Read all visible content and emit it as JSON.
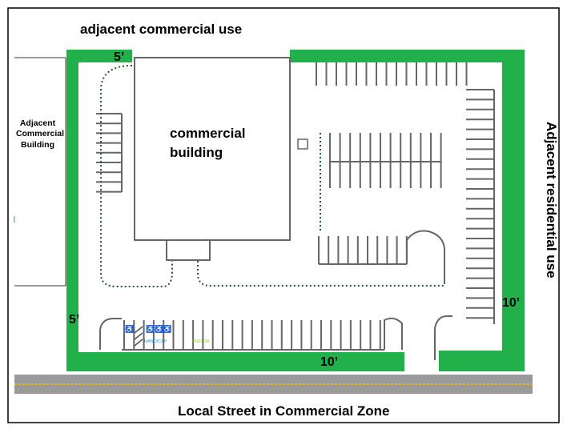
{
  "labels": {
    "top": "adjacent commercial use",
    "left_building": [
      "Adjacent",
      "Commercial",
      "Building"
    ],
    "building": [
      "commercial",
      "building"
    ],
    "right": "Adjacent residential use",
    "bottom": "Local Street in Commercial Zone",
    "setback_top": "5’",
    "setback_left": "5’",
    "setback_bottom": "10’",
    "setback_right": "10’",
    "handicap": "HANDICAP",
    "visitor": "VISITOR"
  },
  "colors": {
    "buffer": "#22b04b",
    "stall": "#666666",
    "road": "#999999",
    "road_line": "#f2c200",
    "walkway": "#1c5a2e",
    "handicap": "#3a8fd0",
    "visitor": "#8dc63f"
  }
}
